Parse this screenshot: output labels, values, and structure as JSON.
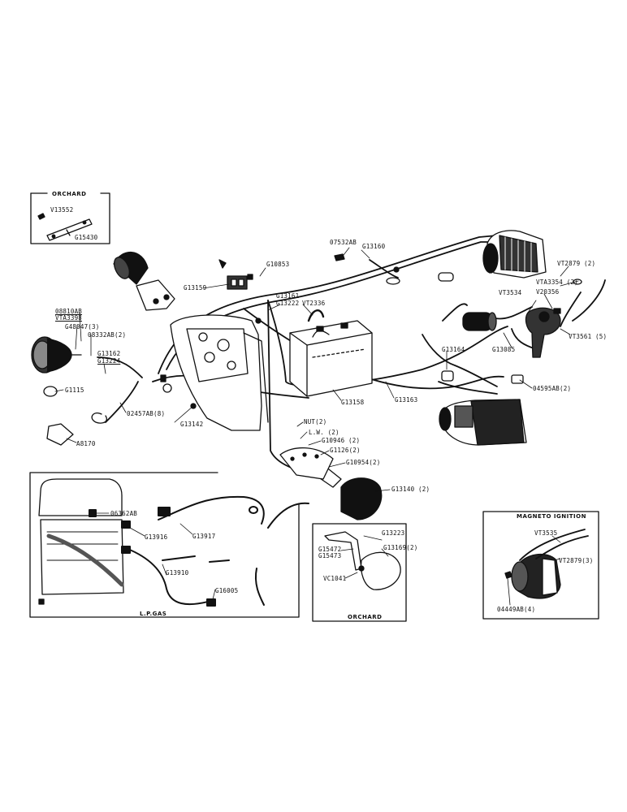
{
  "inset_orchard_top": {
    "title": "ORCHARD",
    "parts": [
      "V13552",
      "G15430"
    ]
  },
  "inset_lp_gas": {
    "title": "L.P.GAS",
    "parts": [
      "06362AB",
      "G13916",
      "G13917",
      "G13910",
      "G16005"
    ]
  },
  "inset_orchard_bottom": {
    "title": "ORCHARD",
    "parts": [
      "G13223",
      "G15472",
      "G15473",
      "G13169(2)",
      "VC1041"
    ]
  },
  "inset_magneto": {
    "title": "MAGNETO IGNITION",
    "parts": [
      "VT3535",
      "VT2879(3)",
      "04449AB(4)"
    ]
  },
  "main_parts": [
    "07532AB",
    "G13160",
    "G10853",
    "G13159",
    "G13161",
    "G13222",
    "VT2336",
    "VT2879 (2)",
    "VTA3354 (2)",
    "V20356",
    "VT3534",
    "VT3561 (5)",
    "G13085",
    "08810AB",
    "VTA3398",
    "G48047(3)",
    "08332AB(2)",
    "G13162",
    "G13224",
    "G1115",
    "02457AB(8)",
    "G13142",
    "A8170",
    "G13158",
    "G13163",
    "G13164",
    "04595AB(2)",
    "NUT(2)",
    "L.W. (2)",
    "G10946 (2)",
    "G1126(2)",
    "G10954(2)",
    "G13140 (2)"
  ]
}
